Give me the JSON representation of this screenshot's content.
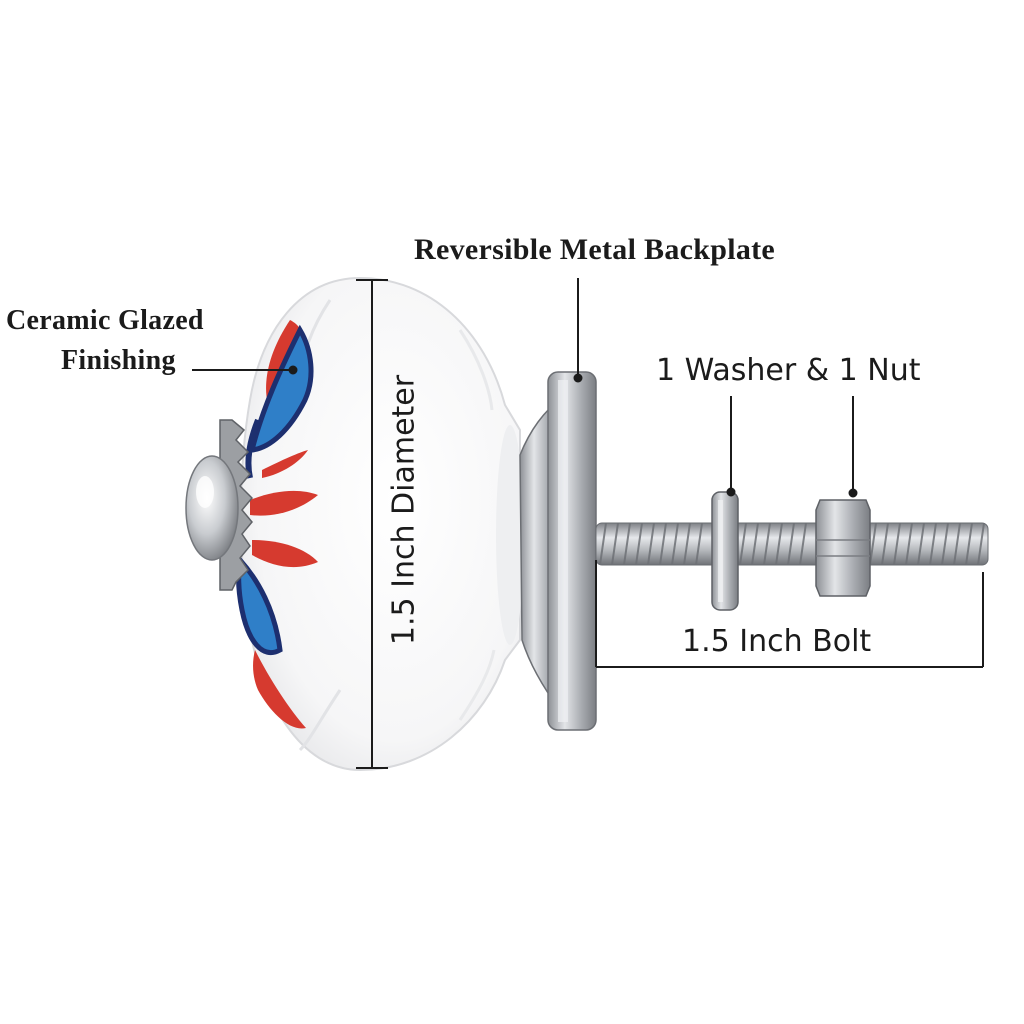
{
  "labels": {
    "ceramic_glazed_line1": "Ceramic Glazed",
    "ceramic_glazed_line2": "Finishing",
    "backplate": "Reversible Metal Backplate",
    "washer_nut": "1 Washer & 1 Nut",
    "diameter": "1.5 Inch Diameter",
    "bolt": "1.5 Inch Bolt"
  },
  "colors": {
    "ceramic": "#ffffff",
    "paint_blue": "#2f7fc8",
    "paint_navy": "#1d2f6f",
    "paint_red": "#d63a2f",
    "metal": "#b9bcc0",
    "line": "#1b1b1b"
  }
}
